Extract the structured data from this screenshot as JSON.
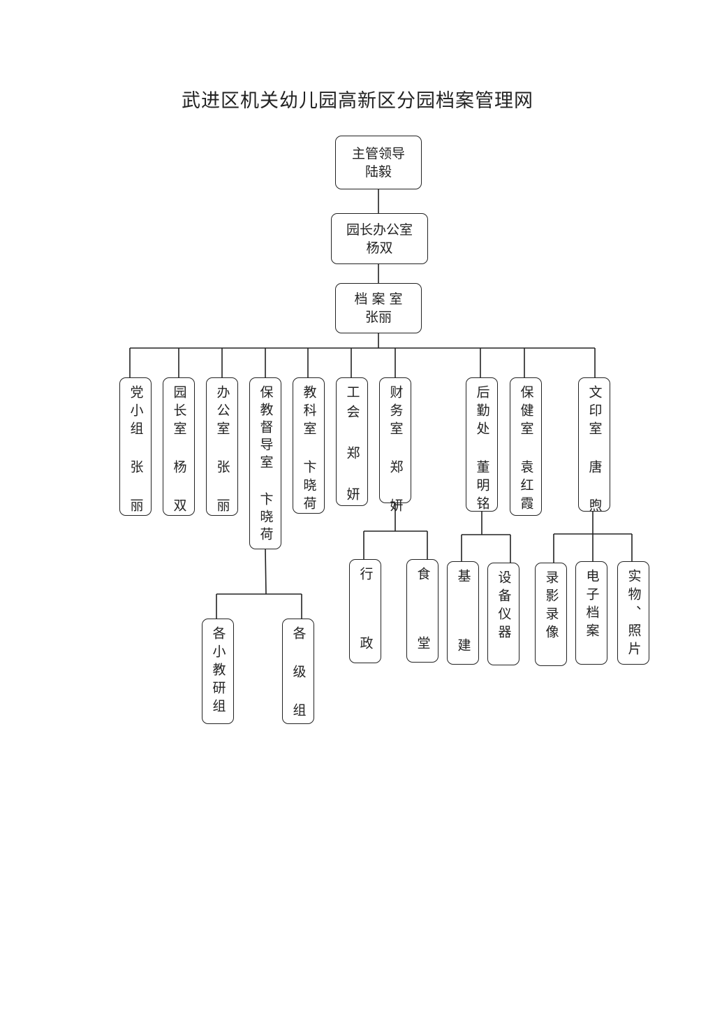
{
  "title": "武进区机关幼儿园高新区分园档案管理网",
  "top": [
    {
      "role": "主管领导",
      "name": "陆毅"
    },
    {
      "role": "园长办公室",
      "name": "杨双"
    },
    {
      "role": "档 案 室",
      "name": "张丽"
    }
  ],
  "departments": [
    {
      "label": "党小组 张 丽"
    },
    {
      "label": "园长室 杨 双"
    },
    {
      "label": "办公室 张 丽"
    },
    {
      "label": "保教督导室 卞晓荷"
    },
    {
      "label": "教科室 卞晓荷"
    },
    {
      "label": "工会 郑 妍"
    },
    {
      "label": "财务室 郑 妍"
    },
    {
      "label": "后勤处 董明铭"
    },
    {
      "label": "保健室 袁红霞"
    },
    {
      "label": "文印室 唐 煦"
    }
  ],
  "sub": {
    "baojiao": [
      "各小教研组",
      "各 级 组"
    ],
    "caiwu": [
      "行  政",
      "食  堂"
    ],
    "houqin": [
      "基  建",
      "设备仪器"
    ],
    "wenyin": [
      "录影录像",
      "电子档案",
      "实物、照片"
    ]
  }
}
